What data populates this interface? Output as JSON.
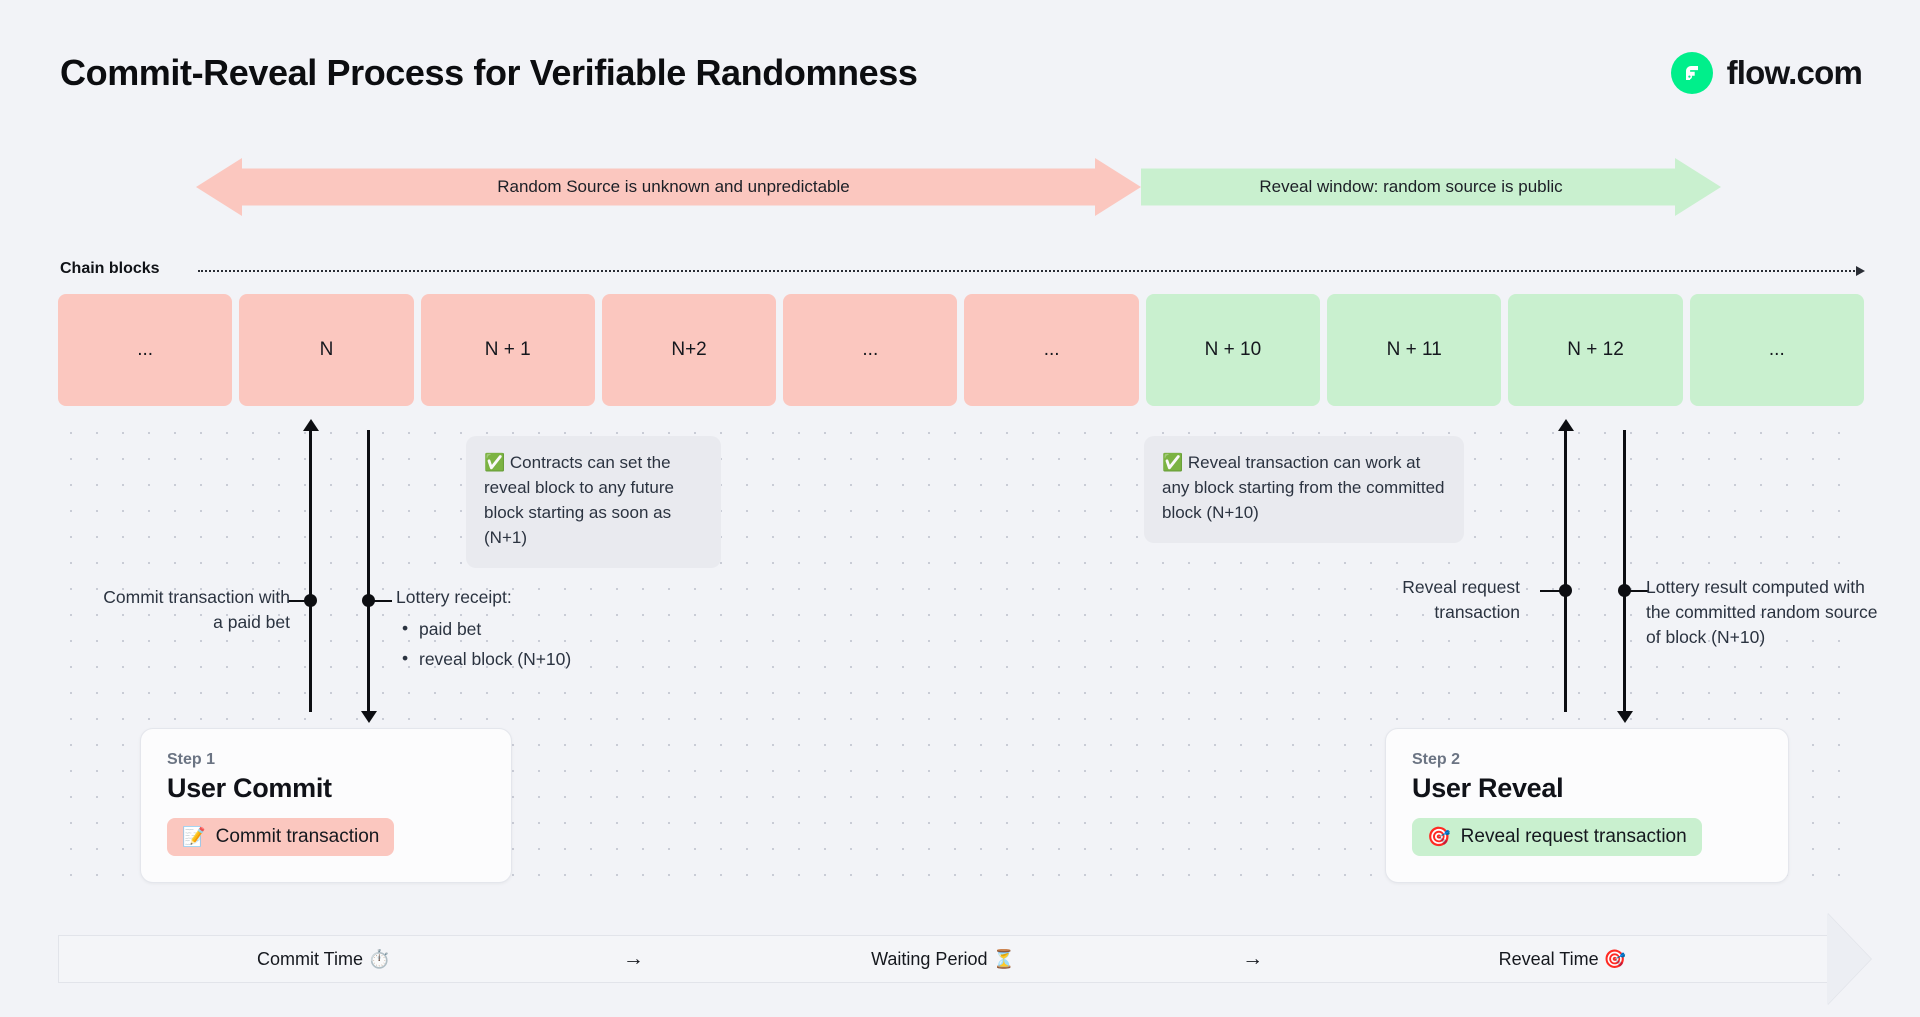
{
  "header": {
    "title": "Commit-Reveal Process for Verifiable Randomness",
    "brand_name": "flow.com",
    "brand_icon": "flow-logo-icon",
    "brand_color": "#00ef8b"
  },
  "banners": [
    {
      "id": "unknown",
      "label": "Random Source is unknown and unpredictable",
      "color": "#fbc7bf",
      "direction": "both"
    },
    {
      "id": "reveal",
      "label": "Reveal window: random source is public",
      "color": "#c9f0cf",
      "direction": "right"
    }
  ],
  "chain": {
    "label": "Chain blocks",
    "blocks": [
      {
        "label": "...",
        "state": "pink"
      },
      {
        "label": "N",
        "state": "pink"
      },
      {
        "label": "N + 1",
        "state": "pink"
      },
      {
        "label": "N+2",
        "state": "pink"
      },
      {
        "label": "...",
        "state": "pink"
      },
      {
        "label": "...",
        "state": "pink"
      },
      {
        "label": "N + 10",
        "state": "green"
      },
      {
        "label": "N + 11",
        "state": "green"
      },
      {
        "label": "N + 12",
        "state": "green"
      },
      {
        "label": "...",
        "state": "green"
      }
    ],
    "colors": {
      "pink": "#fbc7bf",
      "green": "#c9f0cf"
    }
  },
  "callouts": [
    {
      "id": "contracts",
      "emoji": "✅",
      "text": "Contracts can set the reveal block to any future block starting as soon as (N+1)"
    },
    {
      "id": "reveal",
      "emoji": "✅",
      "text": "Reveal transaction can work at any block starting from the committed block (N+10)"
    }
  ],
  "annotations": {
    "commit_transaction": "Commit transaction with a paid bet",
    "lottery_receipt_title": "Lottery receipt:",
    "lottery_receipt_items": [
      "paid bet",
      "reveal block (N+10)"
    ],
    "reveal_request": "Reveal request transaction",
    "lottery_result": "Lottery result computed with the committed random source of block (N+10)"
  },
  "steps": [
    {
      "eyebrow": "Step 1",
      "title": "User Commit",
      "pill_label": "Commit transaction",
      "pill_emoji": "📝",
      "pill_emoji_name": "memo-icon",
      "pill_color": "#fbc7bf"
    },
    {
      "eyebrow": "Step 2",
      "title": "User Reveal",
      "pill_label": "Reveal request transaction",
      "pill_emoji": "🎯",
      "pill_emoji_name": "target-icon",
      "pill_color": "#c9f0cf"
    }
  ],
  "phase_bar": {
    "cells": [
      {
        "label": "Commit Time ⏱️"
      },
      {
        "label": "Waiting Period ⏳"
      },
      {
        "label": "Reveal Time 🎯"
      }
    ],
    "separator": "→"
  }
}
